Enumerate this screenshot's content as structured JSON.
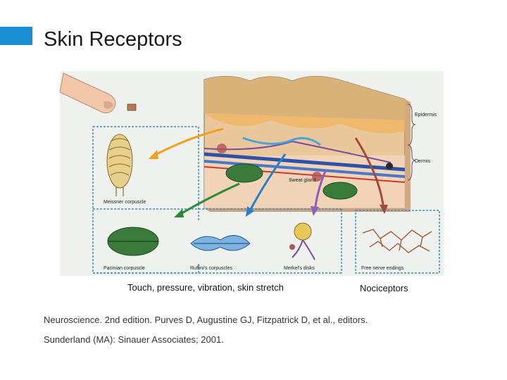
{
  "slide": {
    "title": "Skin Receptors",
    "accent_color": "#1a8fd6"
  },
  "figure": {
    "layer_labels": {
      "epidermis": "Epidermis",
      "dermis": "Dermis",
      "sweat_gland": "Sweat gland"
    },
    "receptor_labels": {
      "meissner": "Meissner corpuscle",
      "pacinian": "Pacinian corpuscle",
      "ruffini": "Ruffini's corpuscles",
      "merkel": "Merkel's disks",
      "free_nerve": "Free nerve endings"
    }
  },
  "captions": {
    "mechanoreceptors": "Touch, pressure, vibration, skin stretch",
    "nociceptors": "Nociceptors"
  },
  "citation": "Neuroscience. 2nd edition. Purves D, Augustine GJ, Fitzpatrick D, et al., editors. Sunderland (MA): Sinauer Associates; 2001."
}
